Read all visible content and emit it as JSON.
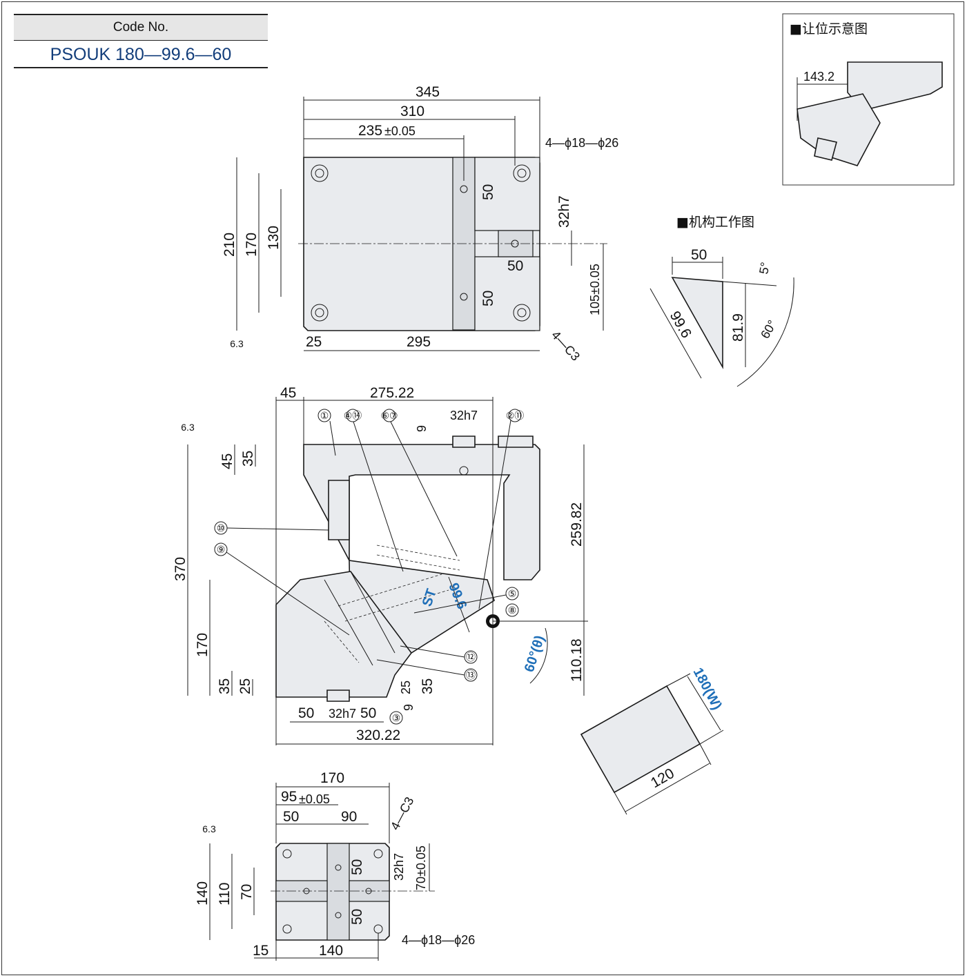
{
  "code": {
    "label": "Code No.",
    "value": "PSOUK 180—99.6—60"
  },
  "insets": {
    "clearance": {
      "title": "■让位示意图",
      "dim": "143.2"
    },
    "mechanism": {
      "title": "■机构工作图",
      "top": "50",
      "stroke": "99.6",
      "height": "81.9",
      "angle_small": "5°",
      "angle_large": "60°"
    }
  },
  "top_view": {
    "w345": "345",
    "w310": "310",
    "w235": "235",
    "tol235": "±0.05",
    "holes": "4—ϕ18—ϕ26",
    "h210": "210",
    "h170": "170",
    "h130": "130",
    "slot50a": "50",
    "slot50b": "50",
    "key": "32h7",
    "key50": "50",
    "h105": "105±0.05",
    "b25": "25",
    "b295": "295",
    "chamfer": "4—C3",
    "rough": "6.3"
  },
  "front_view": {
    "w45": "45",
    "w275": "275.22",
    "key": "32h7",
    "d9": "9",
    "l45": "45",
    "l35": "35",
    "h370": "370",
    "h259": "259.82",
    "h110": "110.18",
    "h170": "170",
    "b35": "35",
    "b25": "25",
    "r25": "25",
    "r35": "35",
    "r9": "9",
    "bw50a": "50",
    "bkey": "32h7",
    "bw50b": "50",
    "w320": "320.22",
    "stroke": "99.6",
    "st": "ST",
    "angle": "60°(θ)",
    "callouts": [
      "①",
      "④⑭",
      "⑥⑦",
      "②⑪",
      "⑩",
      "⑨",
      "⑤",
      "⑧",
      "⑫",
      "⑬",
      "③"
    ],
    "rough": "6.3"
  },
  "workpiece": {
    "width": "180(W)",
    "length": "120"
  },
  "bottom_view": {
    "w170": "170",
    "w95": "95",
    "tol95": "±0.05",
    "w50": "50",
    "w90": "90",
    "chamfer": "4—C3",
    "key": "32h7",
    "k50a": "50",
    "k50b": "50",
    "h70tol": "70±0.05",
    "h140": "140",
    "h110": "110",
    "h70": "70",
    "b15": "15",
    "b140": "140",
    "holes": "4—ϕ18—ϕ26",
    "rough": "6.3"
  }
}
